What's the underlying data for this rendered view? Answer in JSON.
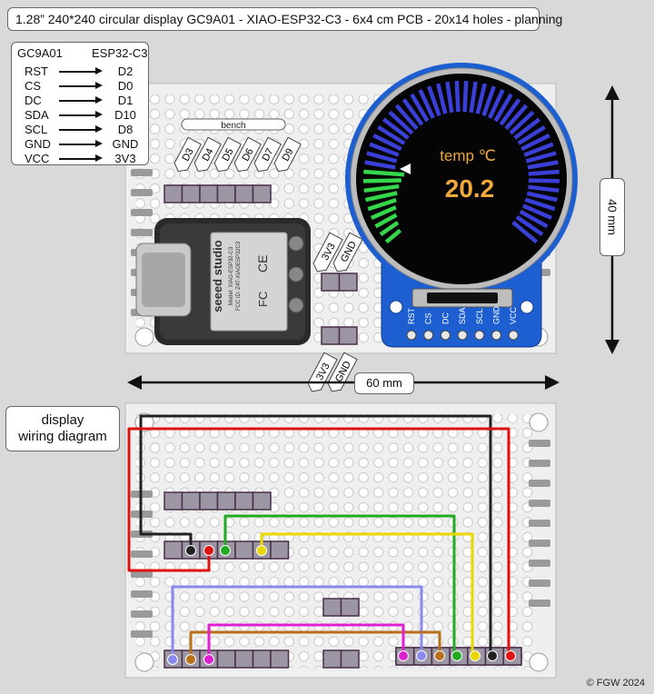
{
  "title": "1.28” 240*240 circular display GC9A01 - XIAO-ESP32-C3 - 6x4 cm PCB - 20x14 holes - planning",
  "pin_map": {
    "left_header": "GC9A01",
    "right_header": "ESP32-C3",
    "rows": [
      {
        "from": "RST",
        "to": "D2"
      },
      {
        "from": "CS",
        "to": "D0"
      },
      {
        "from": "DC",
        "to": "D1"
      },
      {
        "from": "SDA",
        "to": "D10"
      },
      {
        "from": "SCL",
        "to": "D8"
      },
      {
        "from": "GND",
        "to": "GND"
      },
      {
        "from": "VCC",
        "to": "3V3"
      }
    ]
  },
  "top_board": {
    "bench_label": "bench",
    "pin_tags": [
      "D3",
      "D4",
      "D5",
      "D6",
      "D7",
      "D9"
    ],
    "power_tags_upper": [
      "3V3",
      "GND"
    ],
    "power_tags_lower": [
      "3V3",
      "GND"
    ],
    "module": {
      "brand": "seeed studio",
      "model_line": "Model: XIAO-ESP32-C3",
      "fcc_line": "FCC ID: Z4T-XIAOESP32C3",
      "marks": [
        "CE",
        "FC"
      ]
    },
    "display": {
      "reading_label": "temp ℃",
      "reading_value": "20.2",
      "header_pins": [
        "RST",
        "CS",
        "DC",
        "SDA",
        "SCL",
        "GND",
        "VCC"
      ],
      "gauge_level_fraction": 0.19,
      "colors": {
        "ring": "#3a3fd8",
        "ring_active": "#35d64a",
        "text": "#f2a93b",
        "pcb": "#1d5fd0"
      }
    }
  },
  "dimensions": {
    "width": "60 mm",
    "height": "40 mm"
  },
  "wiring": {
    "label_line1": "display",
    "label_line2": "wiring diagram",
    "wire_colors": [
      "#222222",
      "#e01010",
      "#22aa22",
      "#e8d800",
      "#8888ee",
      "#b8701a",
      "#e020d0"
    ]
  },
  "copyright": "© FGW 2024"
}
